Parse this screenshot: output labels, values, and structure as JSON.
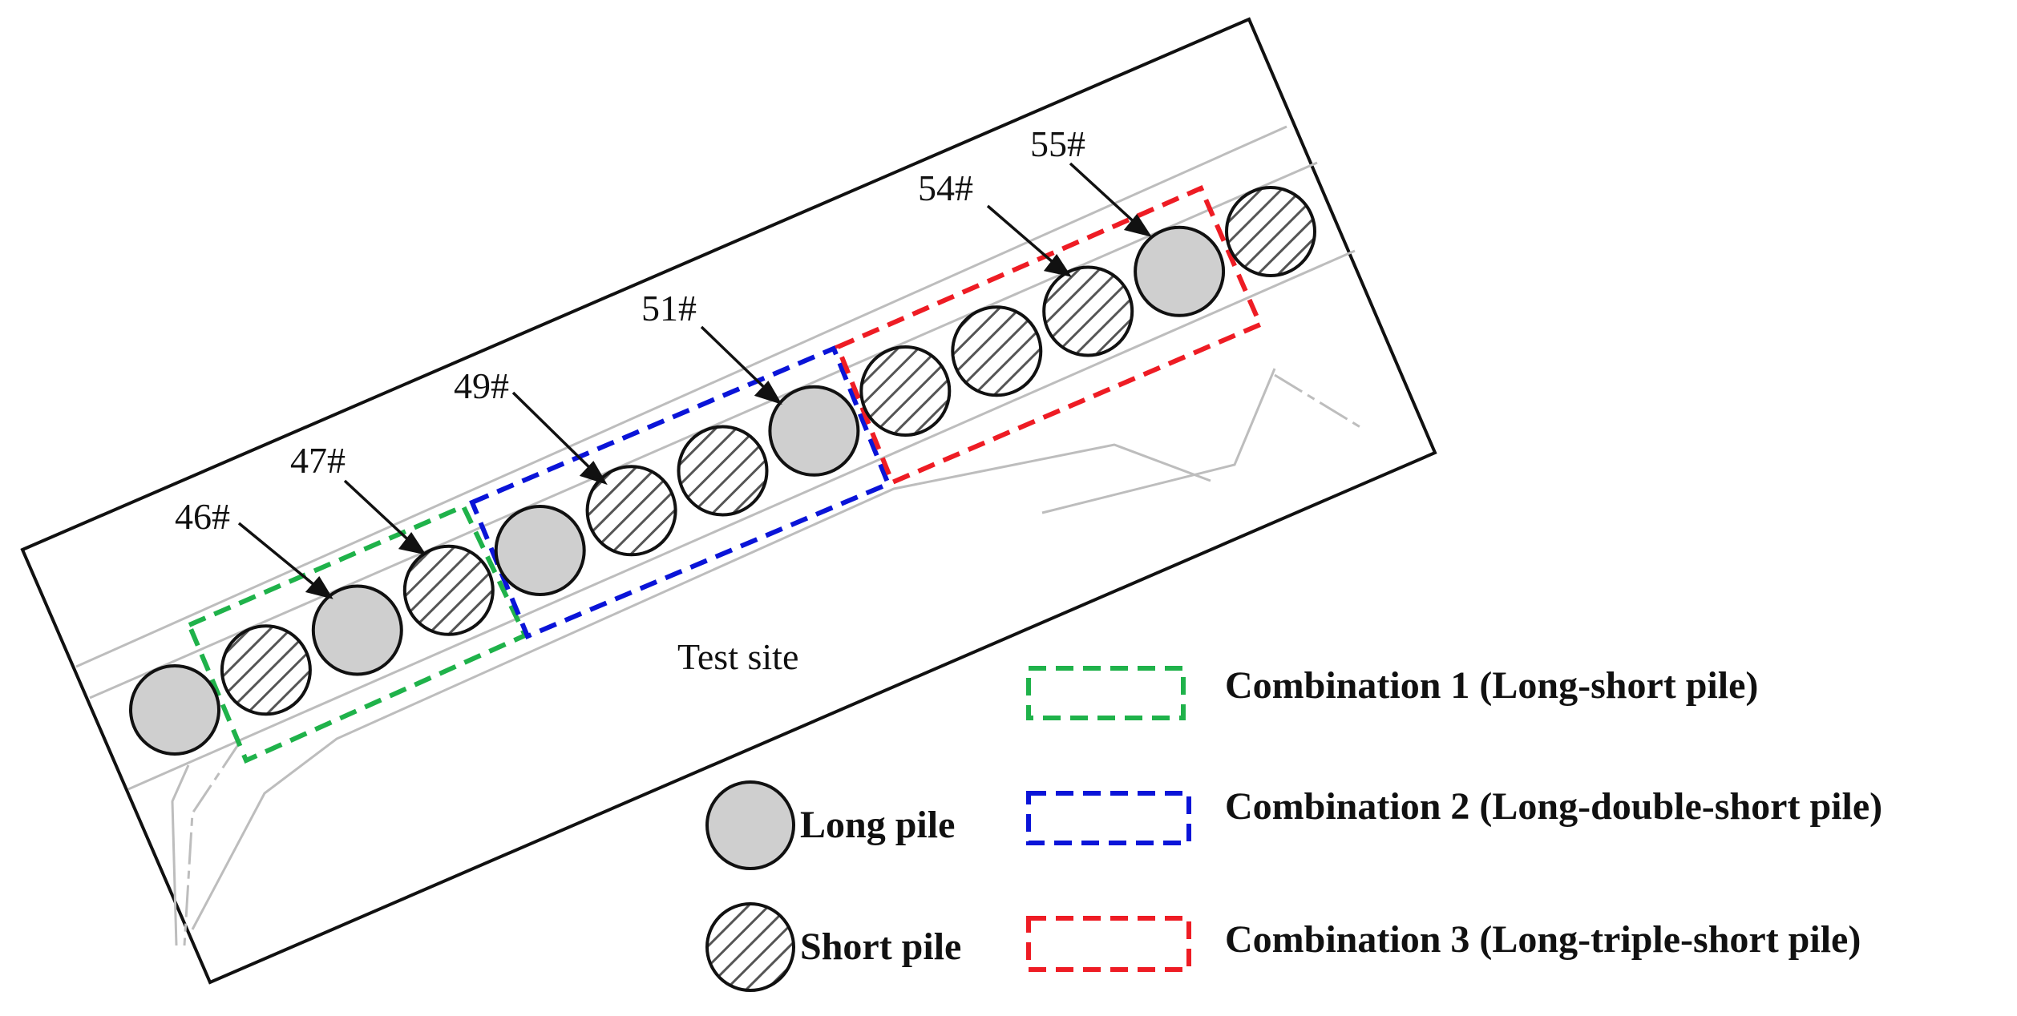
{
  "site_label": "Test site",
  "pile_labels": [
    "46#",
    "47#",
    "49#",
    "51#",
    "54#",
    "55#"
  ],
  "pile_sequence": [
    "long",
    "short",
    "long",
    "short",
    "long",
    "short",
    "short",
    "long",
    "short",
    "short",
    "short",
    "long",
    "short"
  ],
  "legend": {
    "long_pile": "Long pile",
    "short_pile": "Short pile",
    "combination_1": "Combination 1 (Long-short pile)",
    "combination_2": "Combination 2 (Long-double-short pile)",
    "combination_3": "Combination 3 (Long-triple-short pile)"
  },
  "colors": {
    "combination_1": "#1fb24a",
    "combination_2": "#0a14d8",
    "combination_3": "#ee1c24",
    "pile_fill": "#cfcfcf",
    "outline": "#111111",
    "road_line": "#bdbdbd"
  }
}
